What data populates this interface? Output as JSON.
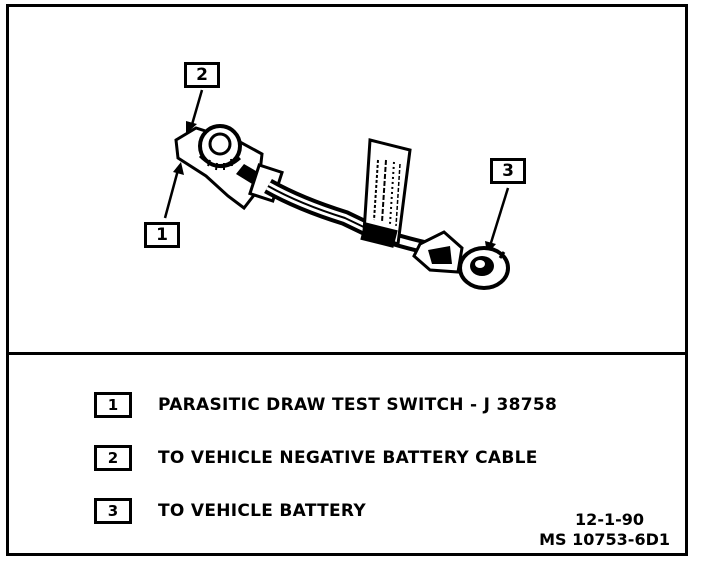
{
  "callouts": [
    {
      "number": "1"
    },
    {
      "number": "2"
    },
    {
      "number": "3"
    }
  ],
  "legend": [
    {
      "number": "1",
      "text": "PARASITIC DRAW TEST SWITCH - J 38758"
    },
    {
      "number": "2",
      "text": "TO VEHICLE NEGATIVE BATTERY CABLE"
    },
    {
      "number": "3",
      "text": "TO VEHICLE BATTERY"
    }
  ],
  "reference": {
    "date": "12-1-90",
    "code": "MS 10753-6D1"
  }
}
